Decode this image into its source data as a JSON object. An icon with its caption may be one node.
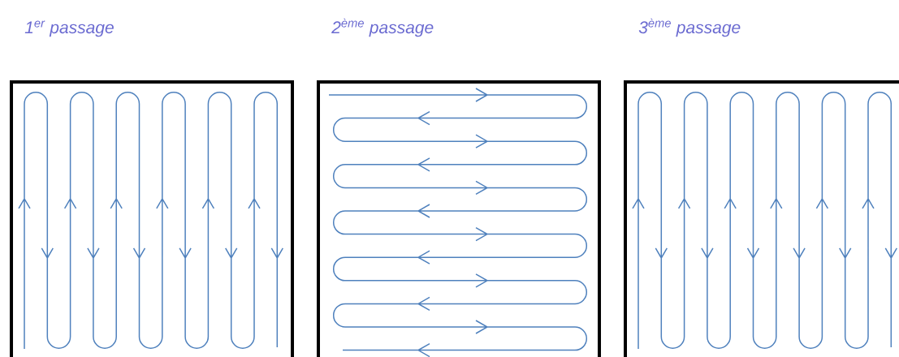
{
  "diagram": {
    "nodes": [
      {
        "text": [
          "1$^{er}$ passage"
        ]
      },
      {
        "text": [
          "2$^{ème}$ passage"
        ]
      },
      {
        "text": [
          "3$^{ème}$ passage"
        ]
      }
    ]
  }
}
